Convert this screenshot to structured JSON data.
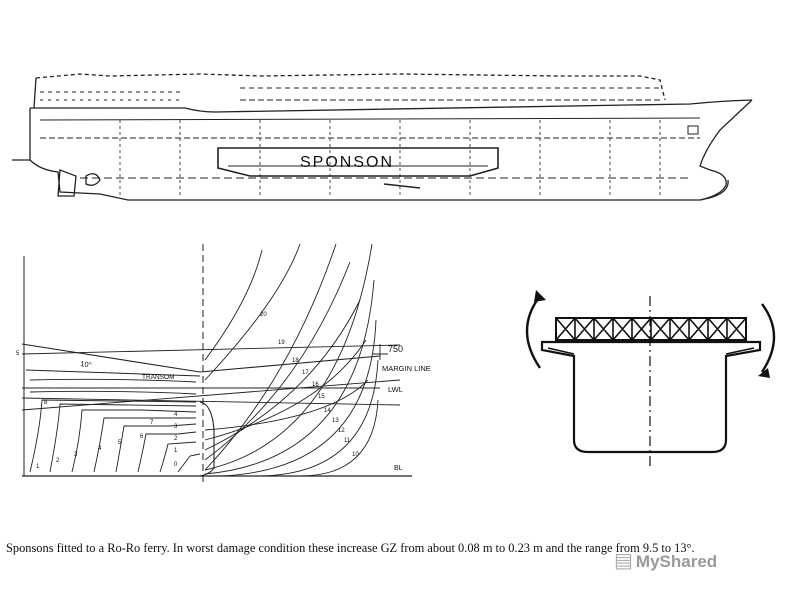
{
  "ship_profile": {
    "sponson_label": "SPONSON"
  },
  "body_plan": {
    "angle_label": "10°",
    "transom_label": "TRANSOM",
    "margin_line_label": "MARGIN LINE",
    "lwl_label": "LWL",
    "bl_label": "BL",
    "dimension_label": "750",
    "left_section_numbers": [
      "5",
      "4",
      "3",
      "2",
      "1",
      "0"
    ],
    "right_section_numbers": [
      "20",
      "19",
      "18",
      "17",
      "16",
      "15",
      "14",
      "13",
      "12",
      "11",
      "10"
    ],
    "left_station_labels": [
      "1",
      "2",
      "3",
      "4",
      "5",
      "6",
      "7",
      "8"
    ]
  },
  "section_view": {
    "description_label": ""
  },
  "caption": {
    "text": "Sponsons fitted to a Ro-Ro ferry. In worst damage condition these increase GZ from about 0.08 m to 0.23 m and the range from 9.5 to 13°."
  },
  "watermark": {
    "text": "MyShared",
    "icon": "presentation-board-icon"
  }
}
